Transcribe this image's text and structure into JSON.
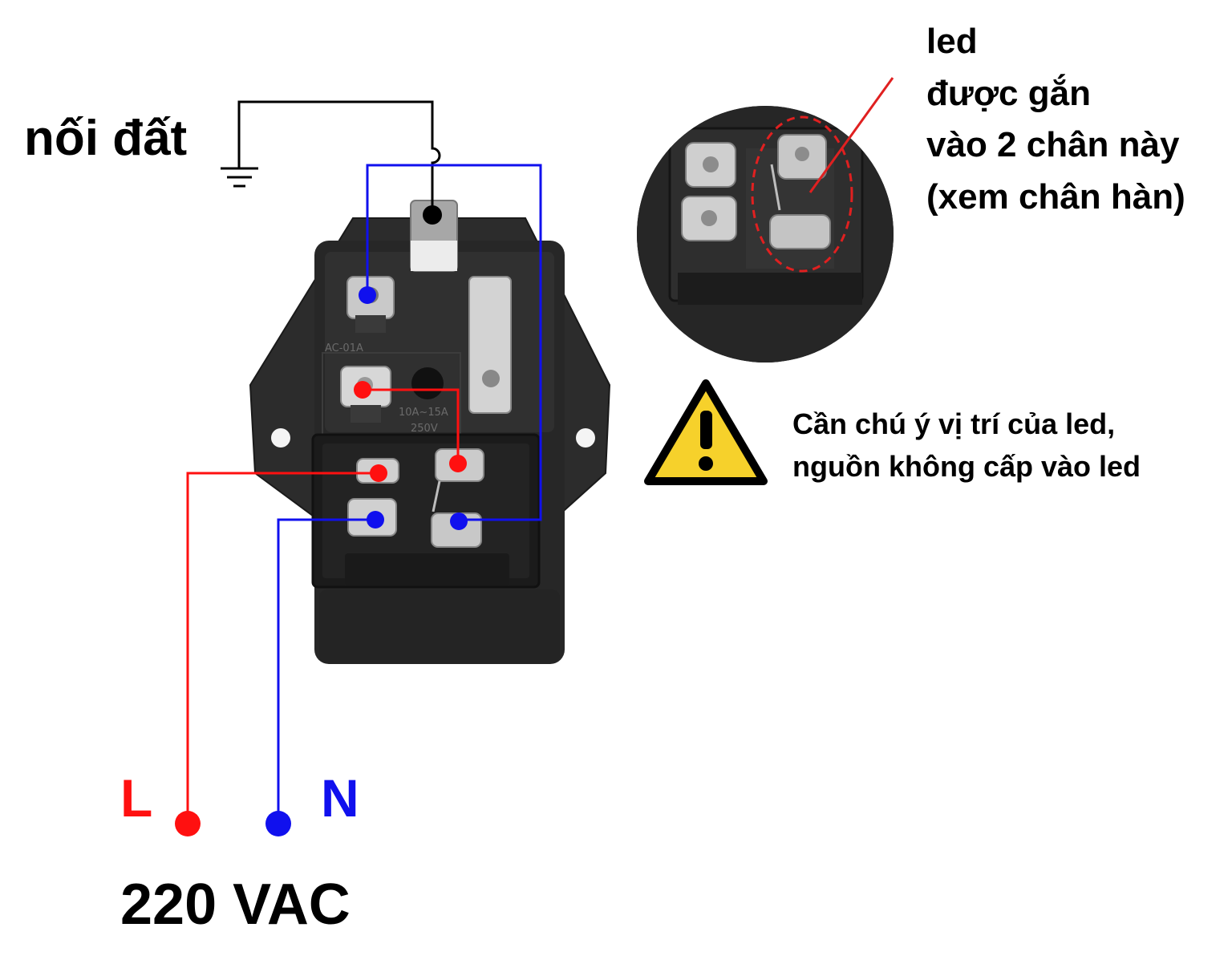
{
  "labels": {
    "ground": "nối đất",
    "led_note": "led\nđược gắn\nvào 2 chân này\n(xem chân hàn)",
    "warning": "Cần chú ý vị trí của led,\nnguồn không cấp vào led",
    "live": "L",
    "neutral": "N",
    "voltage": "220 VAC"
  },
  "device_markings": {
    "rating": "10A~15A",
    "voltage": "250V",
    "model": "AC-01A"
  },
  "colors": {
    "live_wire": "#ff1010",
    "neutral_wire": "#1010ee",
    "ground_wire": "#000000",
    "warning_fill": "#f6d12b",
    "led_marker": "#e02020"
  },
  "icons": {
    "ground": "ground-symbol-icon",
    "warning": "warning-triangle-icon"
  }
}
